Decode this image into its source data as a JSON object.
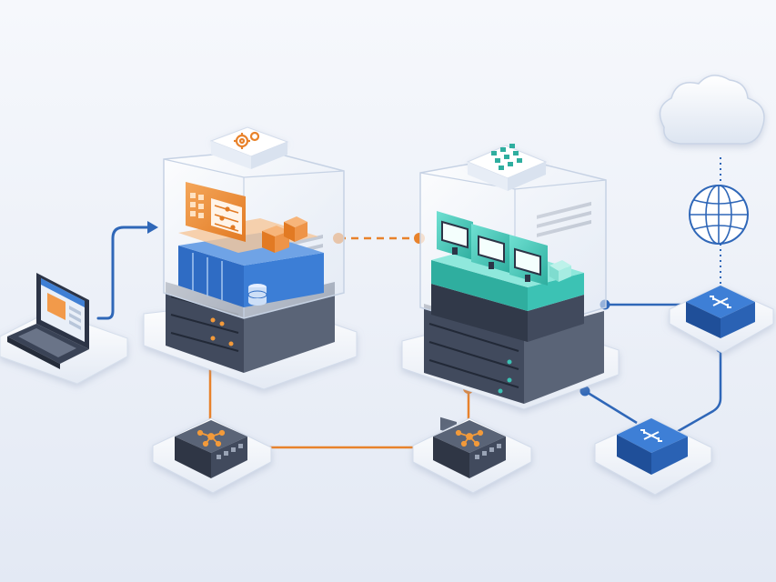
{
  "diagram": {
    "background_top": "#f6f8fc",
    "background_bottom": "#e6ecf6",
    "colors": {
      "orange": "#e8822b",
      "blue": "#2f67b8",
      "teal": "#3cc2b4",
      "dark_device": "#3c4558",
      "glass": "#eef3fb"
    }
  },
  "nodes": [
    {
      "id": "laptop",
      "icon": "laptop-icon"
    },
    {
      "id": "server-left",
      "icon": "gear-icon",
      "contents": [
        "control-panel-icon",
        "boxes-icon",
        "database-icon"
      ]
    },
    {
      "id": "server-right",
      "icon": "grid-icon",
      "contents": [
        "monitor-icon",
        "monitor-icon",
        "monitor-icon"
      ]
    },
    {
      "id": "cloud",
      "icon": "cloud-icon"
    },
    {
      "id": "globe",
      "icon": "globe-icon"
    },
    {
      "id": "switch-left",
      "icon": "network-hub-icon"
    },
    {
      "id": "switch-middle",
      "icon": "network-hub-icon"
    },
    {
      "id": "router-top-right",
      "icon": "router-arrows-icon"
    },
    {
      "id": "router-bottom-right",
      "icon": "router-arrows-icon"
    }
  ],
  "links": [
    {
      "from": "laptop",
      "to": "server-left",
      "style": "solid",
      "color": "blue"
    },
    {
      "from": "server-left",
      "to": "server-right",
      "style": "dashed",
      "color": "orange"
    },
    {
      "from": "server-left",
      "to": "switch-left",
      "style": "solid",
      "color": "orange"
    },
    {
      "from": "switch-left",
      "to": "switch-middle",
      "style": "solid",
      "color": "orange"
    },
    {
      "from": "switch-middle",
      "to": "server-right",
      "style": "solid",
      "color": "orange"
    },
    {
      "from": "server-right",
      "to": "router-top-right",
      "style": "solid",
      "color": "blue"
    },
    {
      "from": "server-right",
      "to": "router-bottom-right",
      "style": "solid",
      "color": "blue"
    },
    {
      "from": "router-bottom-right",
      "to": "router-top-right",
      "style": "solid",
      "color": "blue"
    },
    {
      "from": "router-top-right",
      "to": "globe",
      "style": "dotted",
      "color": "blue"
    },
    {
      "from": "globe",
      "to": "cloud",
      "style": "dotted",
      "color": "blue"
    }
  ]
}
